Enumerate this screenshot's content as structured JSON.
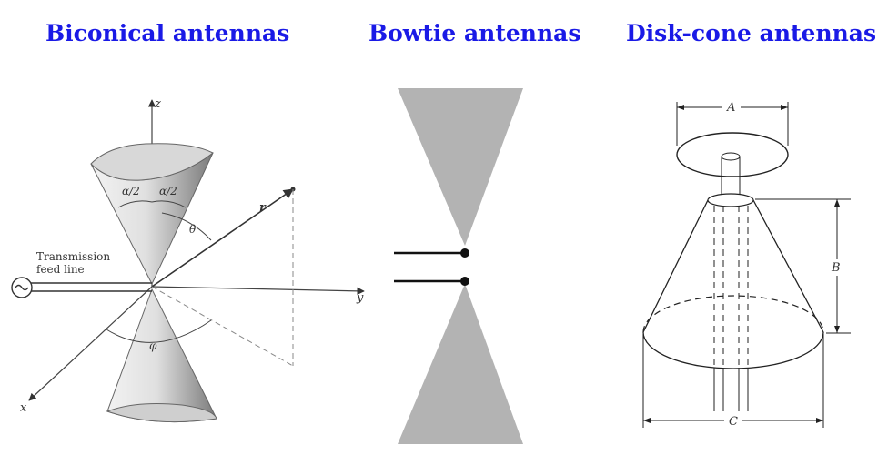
{
  "titles": {
    "biconical": "Biconical antennas",
    "bowtie": "Bowtie antennas",
    "diskcone": "Disk-cone antennas"
  },
  "biconical": {
    "axis_z": "z",
    "axis_y": "y",
    "axis_x": "x",
    "alpha_left": "α/2",
    "alpha_right": "α/2",
    "theta": "θ",
    "phi": "φ",
    "r": "r",
    "feed_line_1": "Transmission",
    "feed_line_2": "feed line",
    "source_symbol": "~"
  },
  "diskcone": {
    "dim_a": "A",
    "dim_b": "B",
    "dim_c": "C"
  },
  "colors": {
    "title": "#1a1ae6",
    "bowtie_fill": "#b3b3b3",
    "line": "#222222"
  }
}
